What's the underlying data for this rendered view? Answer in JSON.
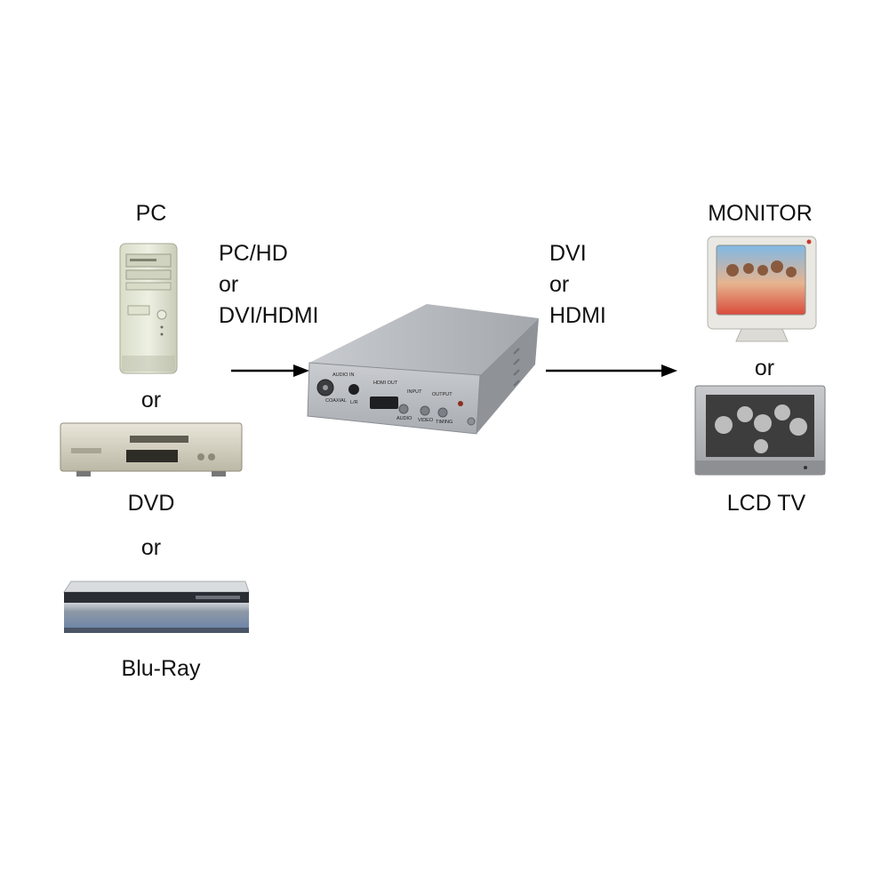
{
  "sources": {
    "pc_label": "PC",
    "or_1": "or",
    "dvd_label": "DVD",
    "or_2": "or",
    "bluray_label": "Blu-Ray"
  },
  "input_signal": {
    "lines": [
      "PC/HD",
      "or",
      "DVI/HDMI"
    ]
  },
  "output_signal": {
    "lines": [
      "DVI",
      "or",
      "HDMI"
    ]
  },
  "displays": {
    "monitor_label": "MONITOR",
    "or": "or",
    "lcd_tv_label": "LCD TV"
  },
  "converter": {
    "audio_in": "AUDIO IN",
    "coaxial": "COAXIAL",
    "lr": "L/R",
    "hdmi_out": "HDMI OUT",
    "input": "INPUT",
    "output": "OUTPUT",
    "audio": "AUDIO",
    "video": "VIDEO",
    "timing": "TIMING"
  },
  "colors": {
    "text": "#111111",
    "device_silver": "#b9bcbf",
    "arrow": "#000000"
  }
}
